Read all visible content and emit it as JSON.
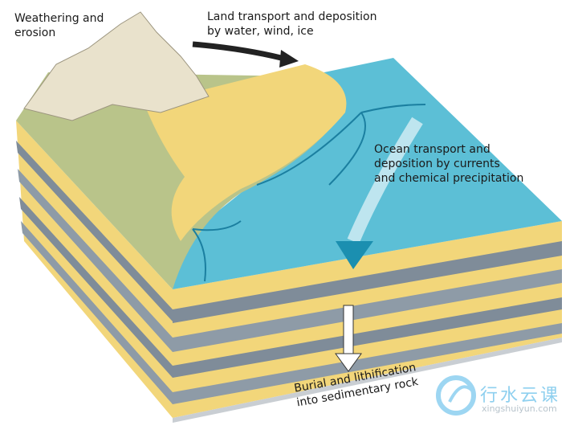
{
  "labels": {
    "weathering": [
      "Weathering and",
      "erosion"
    ],
    "land_transport": [
      "Land transport and deposition",
      "by water, wind, ice"
    ],
    "ocean_transport": [
      "Ocean transport and",
      "deposition by currents",
      "and chemical precipitation"
    ],
    "burial": [
      "Burial and lithification",
      "into sedimentary rock"
    ]
  },
  "watermark": {
    "chinese": "行水云课",
    "url": "xingshuiyun.com"
  },
  "colors": {
    "ocean": "#5cbfd6",
    "sand": "#f2d67a",
    "shale": "#7f8c99",
    "land": "#b9c48a",
    "mountain": "#e9e2cc"
  }
}
